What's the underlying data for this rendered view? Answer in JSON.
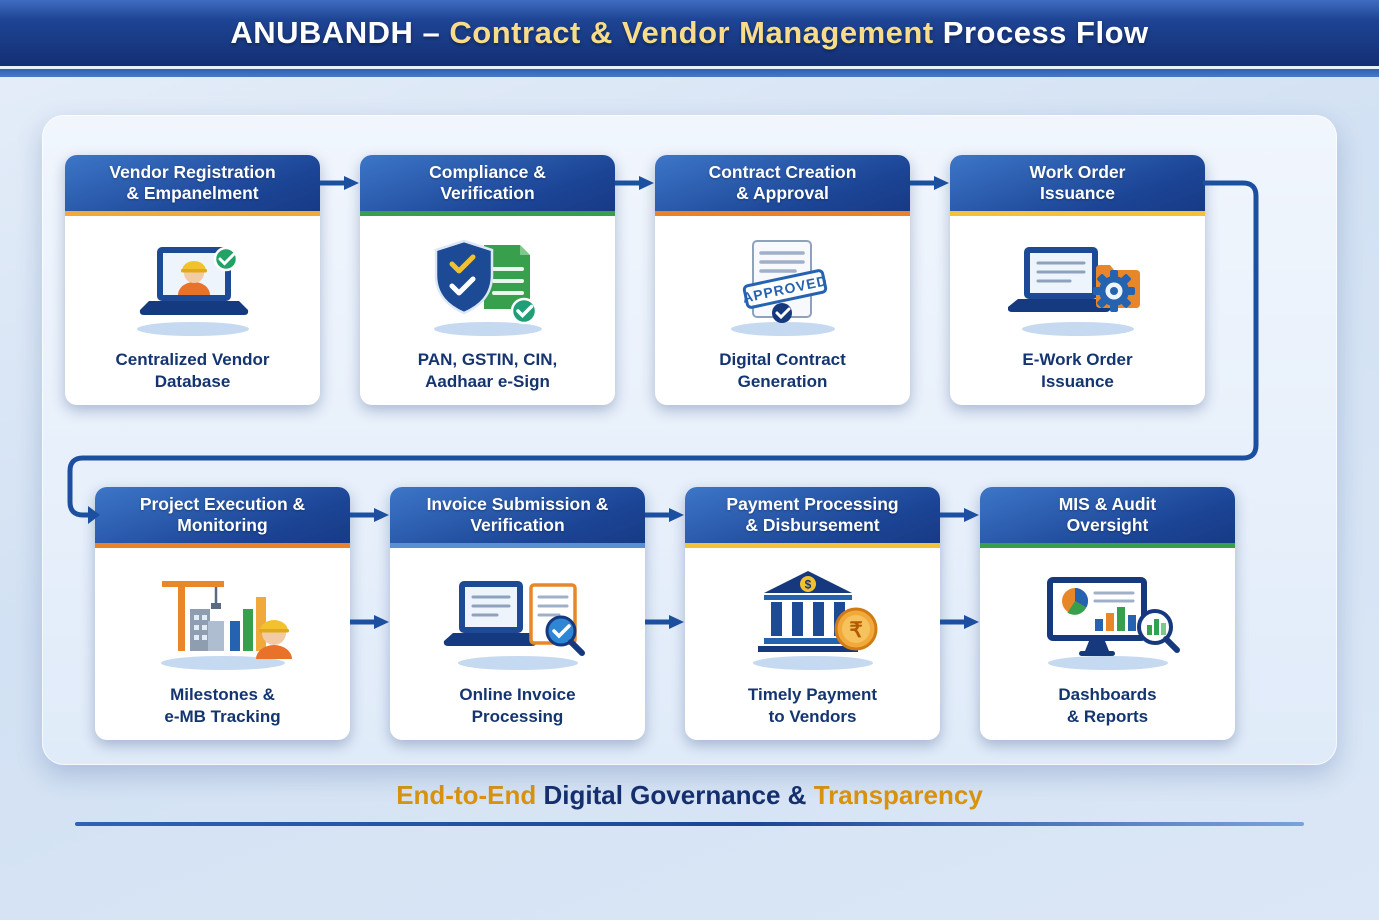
{
  "banner": {
    "prefix": "ANUBANDH – ",
    "highlight": "Contract & Vendor Management",
    "suffix": " Process Flow"
  },
  "cards": [
    {
      "title": "Vendor Registration\n& Empanelment",
      "caption": "Centralized Vendor\nDatabase",
      "icon": "vendor-registration-icon",
      "accent": "#f2a93b"
    },
    {
      "title": "Compliance &\nVerification",
      "caption": "PAN, GSTIN, CIN,\nAadhaar e-Sign",
      "icon": "compliance-verification-icon",
      "accent": "#38a04c"
    },
    {
      "title": "Contract Creation\n& Approval",
      "caption": "Digital Contract\nGeneration",
      "icon": "contract-approval-icon",
      "accent": "#e8832a",
      "stamp_text": "APPROVED"
    },
    {
      "title": "Work Order\nIssuance",
      "caption": "E-Work Order\nIssuance",
      "icon": "work-order-icon",
      "accent": "#f2c23b"
    },
    {
      "title": "Project Execution &\nMonitoring",
      "caption": "Milestones &\ne-MB Tracking",
      "icon": "project-execution-icon",
      "accent": "#e8832a"
    },
    {
      "title": "Invoice Submission &\nVerification",
      "caption": "Online Invoice\nProcessing",
      "icon": "invoice-verification-icon",
      "accent": "#5b8fd4"
    },
    {
      "title": "Payment Processing\n& Disbursement",
      "caption": "Timely Payment\nto Vendors",
      "icon": "payment-processing-icon",
      "accent": "#f2c23b",
      "bank_symbol": "$",
      "coin_symbol": "₹"
    },
    {
      "title": "MIS & Audit\nOversight",
      "caption": "Dashboards\n& Reports",
      "icon": "mis-audit-icon",
      "accent": "#38a04c"
    }
  ],
  "footer": {
    "lead": "End-to-End",
    "middle": " Digital Governance & ",
    "tail": "Transparency"
  },
  "colors": {
    "banner_bg": "#1e4494",
    "banner_highlight_text": "#f7dc8a",
    "card_header_blue": "#1c4596",
    "arrow_blue": "#1d4fa0",
    "caption_navy": "#143570",
    "footer_gold": "#d9940f",
    "footer_navy": "#16306e",
    "background_light_blue": "#d2e1f3"
  }
}
